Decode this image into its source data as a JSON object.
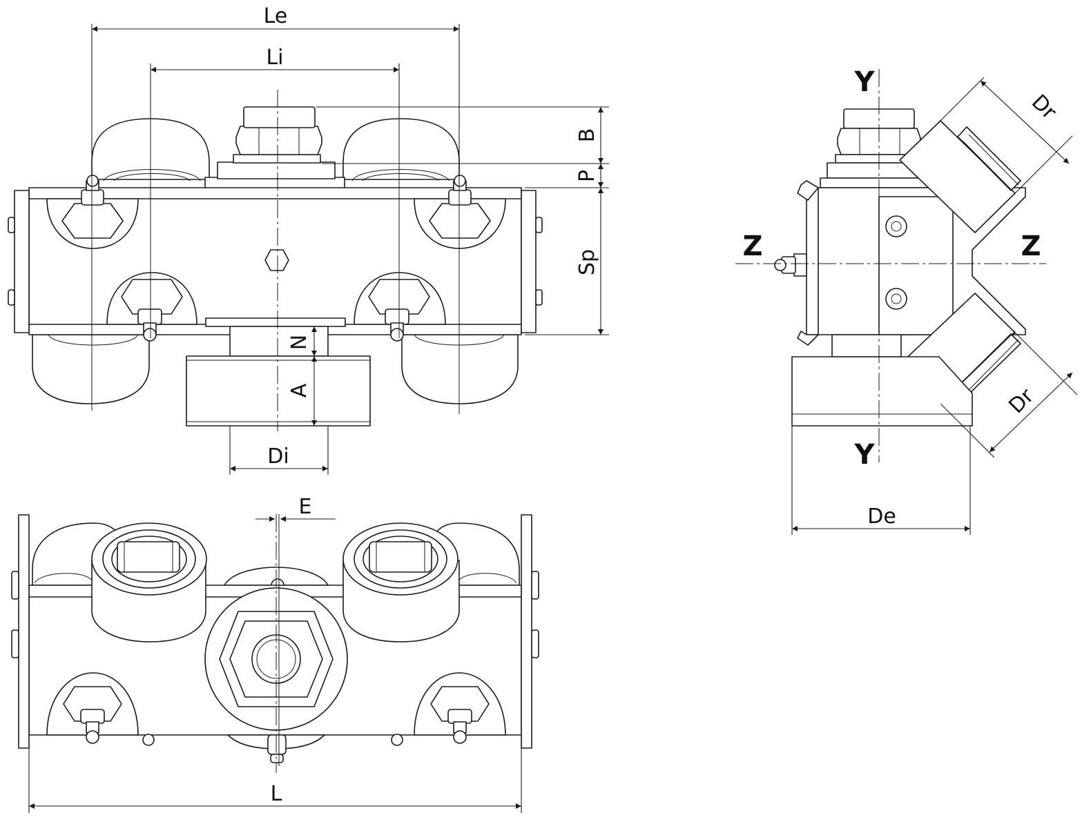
{
  "dimensions": {
    "le": "Le",
    "li": "Li",
    "b": "B",
    "p": "P",
    "sp": "Sp",
    "n": "N",
    "a": "A",
    "di": "Di",
    "e": "E",
    "l": "L",
    "dr_upper": "Dr",
    "dr_lower": "Dr",
    "de": "De"
  },
  "axes": {
    "y_top": "Y",
    "y_bottom": "Y",
    "z_left": "Z",
    "z_right": "Z"
  }
}
